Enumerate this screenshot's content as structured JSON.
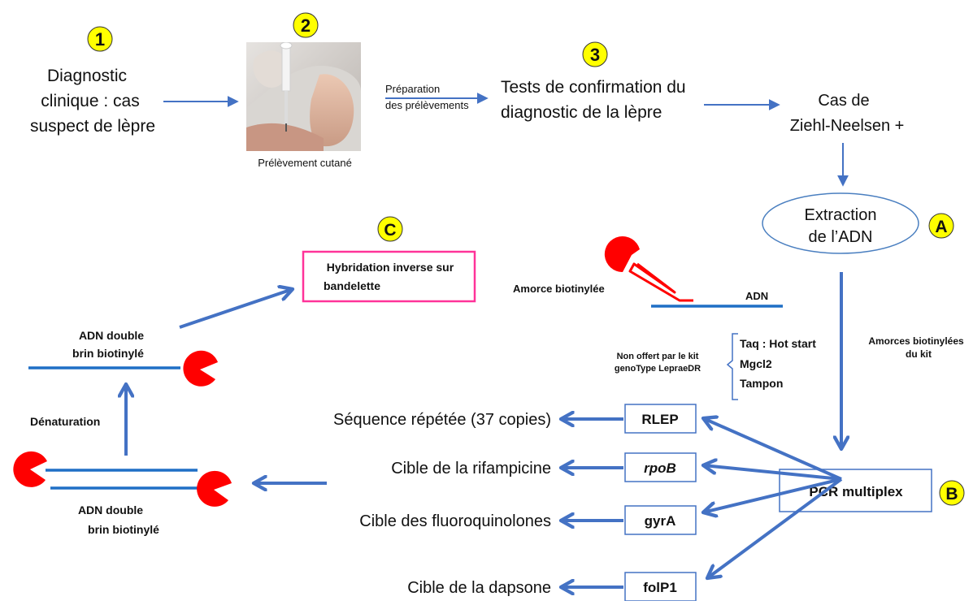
{
  "steps": {
    "n1": "1",
    "n2": "2",
    "n3": "3",
    "A": "A",
    "B": "B",
    "C": "C"
  },
  "diagnostic": {
    "line1": "Diagnostic",
    "line2": "clinique : cas",
    "line3": "suspect de lèpre"
  },
  "photo": {
    "caption": "Prélèvement cutané"
  },
  "preparation": {
    "line1": "Préparation",
    "line2": "des prélèvements"
  },
  "tests": {
    "line1": "Tests de confirmation du",
    "line2": "diagnostic de la lèpre"
  },
  "cas": {
    "line1": "Cas de",
    "line2": "Ziehl-Neelsen +"
  },
  "extraction": {
    "line1": "Extraction",
    "line2": "de l’ADN"
  },
  "primer_diagram": {
    "amorce_label": "Amorce biotinylée",
    "adn_label": "ADN"
  },
  "kit_primers": {
    "line1": "Amorces biotinylées",
    "line2": "du kit"
  },
  "non_offert": {
    "line1": "Non offert par le kit",
    "line2": "genoType LepraeDR"
  },
  "reagents": [
    "Taq : Hot start",
    "Mgcl2",
    "Tampon"
  ],
  "pcr": {
    "label": "PCR multiplex"
  },
  "hybridation": {
    "line1": "Hybridation inverse sur",
    "line2": "bandelette"
  },
  "adn_top": {
    "line1": "ADN double",
    "line2": "brin biotinylé"
  },
  "adn_bottom": {
    "line1": "ADN double",
    "line2": "brin biotinylé"
  },
  "denaturation": "Dénaturation",
  "targets": [
    {
      "gene": "RLEP",
      "description": "Séquence répétée (37 copies)",
      "italic": false
    },
    {
      "gene": "rpoB",
      "description": "Cible de la rifampicine",
      "italic": true
    },
    {
      "gene": "gyrA",
      "description": "Cible des fluoroquinolones",
      "italic": false
    },
    {
      "gene": "folP1",
      "description": "Cible de la dapsone",
      "italic": false
    }
  ],
  "colors": {
    "arrow": "#4472c4",
    "dna": "#1f6fc5",
    "biotin": "#ff0000",
    "badge": "#ffff00",
    "hybrid_border": "#ff3399",
    "extraction_border": "#4a7fc0"
  }
}
